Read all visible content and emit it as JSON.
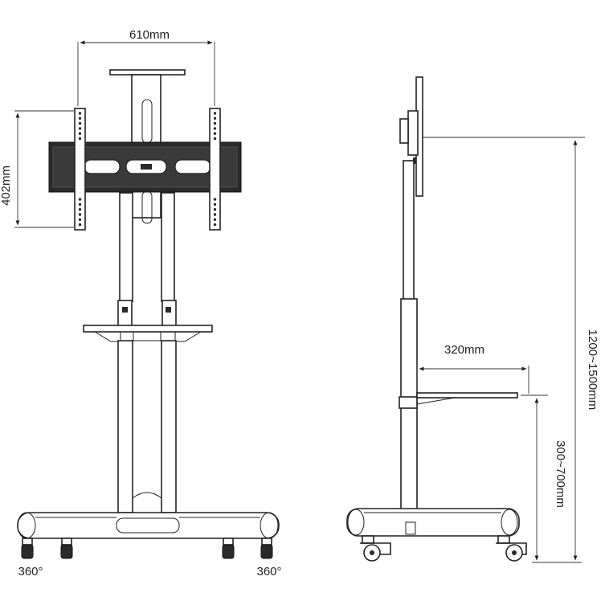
{
  "dimensions": {
    "width_label": "610mm",
    "height_label": "402mm",
    "shelf_width_label": "320mm",
    "shelf_height_label": "300~700mm",
    "total_height_label": "1200~1500mm"
  },
  "casters": {
    "left_label": "360°",
    "right_label": "360°"
  }
}
